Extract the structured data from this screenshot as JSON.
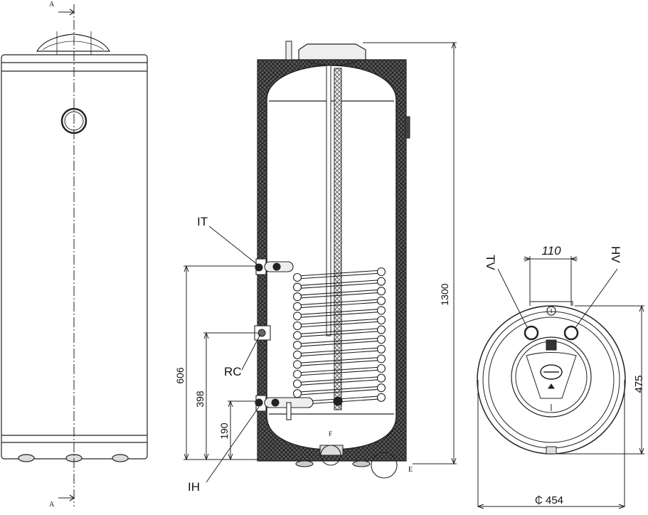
{
  "labels": {
    "section_a_top": "A",
    "section_a_bottom": "A",
    "it": "IT",
    "rc": "RC",
    "ih": "IH",
    "tv": "TV",
    "hv": "HV",
    "point_f": "F",
    "point_e": "E"
  },
  "dimensions": {
    "height_total": "1300",
    "height_606": "606",
    "height_398": "398",
    "height_190": "190",
    "height_475": "475",
    "spacing_110": "110",
    "diameter_454": "₵ 454"
  }
}
